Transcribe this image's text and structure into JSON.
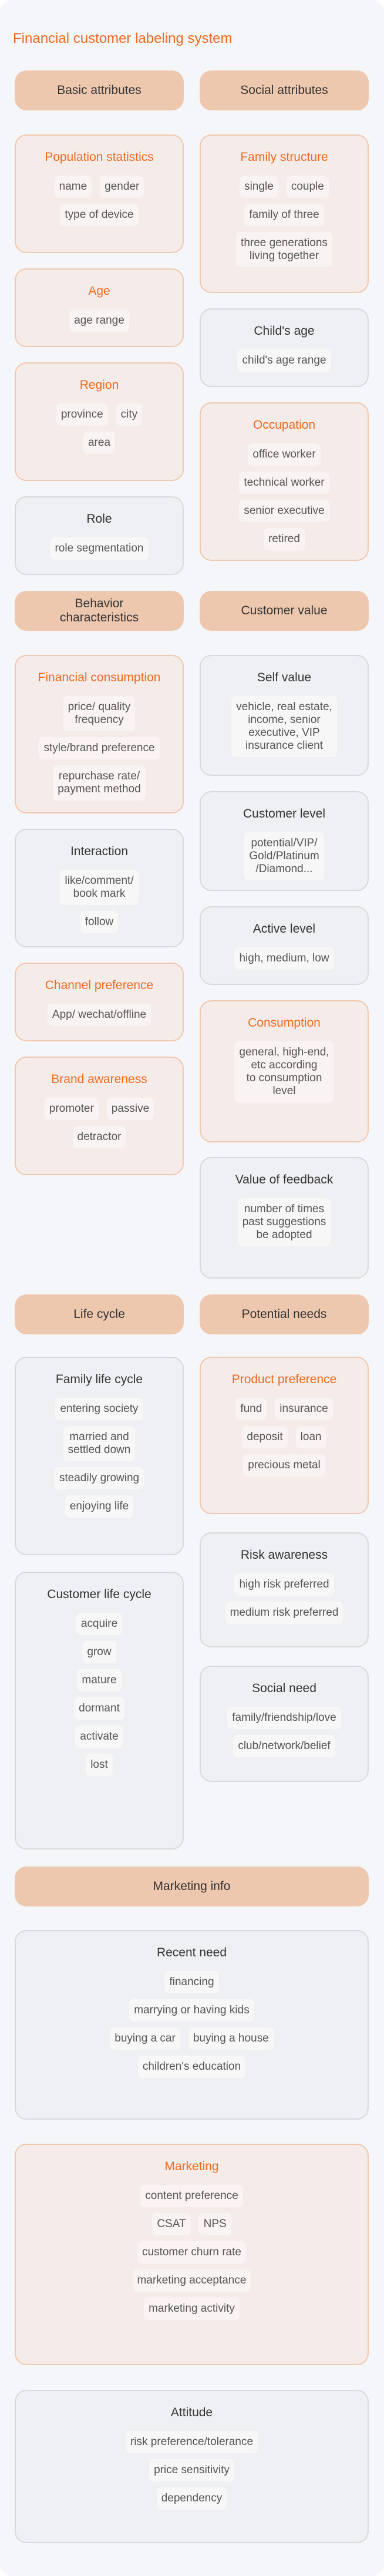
{
  "title": "Financial customer labeling system",
  "colors": {
    "accent": "#f06a1e",
    "header_bg": "#eec8ae",
    "orange_card_bg": "#f5ecea",
    "gray_card_bg": "#eff0f3",
    "page_bg": "#f5f6f9"
  },
  "sections": [
    {
      "headers": [
        "Basic attributes",
        "Social attributes"
      ],
      "left": [
        {
          "title": "Population statistics",
          "variant": "orange",
          "tag_rows": [
            [
              "name",
              "gender"
            ],
            [
              "type of device"
            ]
          ]
        },
        {
          "title": "Age",
          "variant": "orange",
          "tag_rows": [
            [
              "age range"
            ]
          ]
        },
        {
          "title": "Region",
          "variant": "orange",
          "tag_rows": [
            [
              "province",
              "city"
            ],
            [
              "area"
            ]
          ]
        },
        {
          "title": "Role",
          "variant": "gray",
          "tag_rows": [
            [
              "role segmentation"
            ]
          ]
        }
      ],
      "right": [
        {
          "title": "Family structure",
          "variant": "orange",
          "tag_rows": [
            [
              "single",
              "couple"
            ],
            [
              "family of three"
            ],
            [
              "three generations\nliving together"
            ]
          ]
        },
        {
          "title": "Child's age",
          "variant": "gray",
          "tag_rows": [
            [
              "child's age range"
            ]
          ]
        },
        {
          "title": "Occupation",
          "variant": "orange",
          "tag_rows": [
            [
              "office worker"
            ],
            [
              "technical worker"
            ],
            [
              "senior executive"
            ],
            [
              "retired"
            ]
          ]
        }
      ]
    },
    {
      "headers": [
        "Behavior\ncharacteristics",
        "Customer value"
      ],
      "left": [
        {
          "title": "Financial consumption",
          "variant": "orange",
          "tag_rows": [
            [
              "price/ quality\nfrequency"
            ],
            [
              "style/brand preference"
            ],
            [
              "repurchase rate/\npayment method"
            ]
          ]
        },
        {
          "title": "Interaction",
          "variant": "gray",
          "tag_rows": [
            [
              "like/comment/\nbook mark"
            ],
            [
              "follow"
            ]
          ]
        },
        {
          "title": "Channel preference",
          "variant": "orange",
          "tag_rows": [
            [
              "App/ wechat/offline"
            ]
          ]
        },
        {
          "title": "Brand awareness",
          "variant": "orange",
          "tag_rows": [
            [
              "promoter",
              "passive"
            ],
            [
              "detractor"
            ]
          ]
        }
      ],
      "right": [
        {
          "title": "Self value",
          "variant": "gray",
          "tag_rows": [
            [
              "vehicle, real estate,\nincome, senior\nexecutive, VIP\ninsurance client"
            ]
          ]
        },
        {
          "title": "Customer level",
          "variant": "gray",
          "tag_rows": [
            [
              "potential/VIP/\nGold/Platinum\n/Diamond..."
            ]
          ]
        },
        {
          "title": "Active level",
          "variant": "gray",
          "tag_rows": [
            [
              "high, medium, low"
            ]
          ]
        },
        {
          "title": "Consumption",
          "variant": "orange",
          "tag_rows": [
            [
              "general, high-end,\netc according\nto consumption\nlevel"
            ]
          ]
        },
        {
          "title": "Value of feedback",
          "variant": "gray",
          "tag_rows": [
            [
              "number of times\npast suggestions\nbe adopted"
            ]
          ]
        }
      ]
    },
    {
      "headers": [
        "Life cycle",
        "Potential needs"
      ],
      "left": [
        {
          "title": "Family life cycle",
          "variant": "gray",
          "tag_rows": [
            [
              "entering society"
            ],
            [
              "married and\nsettled down"
            ],
            [
              "steadily growing"
            ],
            [
              "enjoying life"
            ]
          ]
        },
        {
          "title": "Customer life cycle",
          "variant": "gray",
          "tag_rows": [
            [
              "acquire"
            ],
            [
              "grow"
            ],
            [
              "mature"
            ],
            [
              "dormant"
            ],
            [
              "activate"
            ],
            [
              "lost"
            ]
          ]
        }
      ],
      "right": [
        {
          "title": "Product preference",
          "variant": "orange",
          "tag_rows": [
            [
              "fund",
              "insurance"
            ],
            [
              "deposit",
              "loan"
            ],
            [
              "precious metal"
            ]
          ]
        },
        {
          "title": "Risk awareness",
          "variant": "gray",
          "tag_rows": [
            [
              "high risk preferred"
            ],
            [
              "medium risk preferred"
            ]
          ]
        },
        {
          "title": "Social need",
          "variant": "gray",
          "tag_rows": [
            [
              "family/friendship/love"
            ],
            [
              "club/network/belief"
            ]
          ]
        }
      ]
    },
    {
      "headers": [
        "Marketing info"
      ],
      "full": [
        {
          "title": "Recent need",
          "variant": "gray",
          "tag_rows": [
            [
              "financing"
            ],
            [
              "marrying or having kids"
            ],
            [
              "buying a car",
              "buying a house"
            ],
            [
              "children's education"
            ]
          ]
        },
        {
          "title": "Marketing",
          "variant": "orange",
          "tag_rows": [
            [
              "content preference"
            ],
            [
              "CSAT",
              "NPS"
            ],
            [
              "customer churn rate"
            ],
            [
              "marketing acceptance"
            ],
            [
              "marketing activity"
            ]
          ]
        },
        {
          "title": "Attitude",
          "variant": "gray",
          "tag_rows": [
            [
              "risk preference/tolerance"
            ],
            [
              "price sensitivity"
            ],
            [
              "dependency"
            ]
          ]
        }
      ]
    }
  ]
}
